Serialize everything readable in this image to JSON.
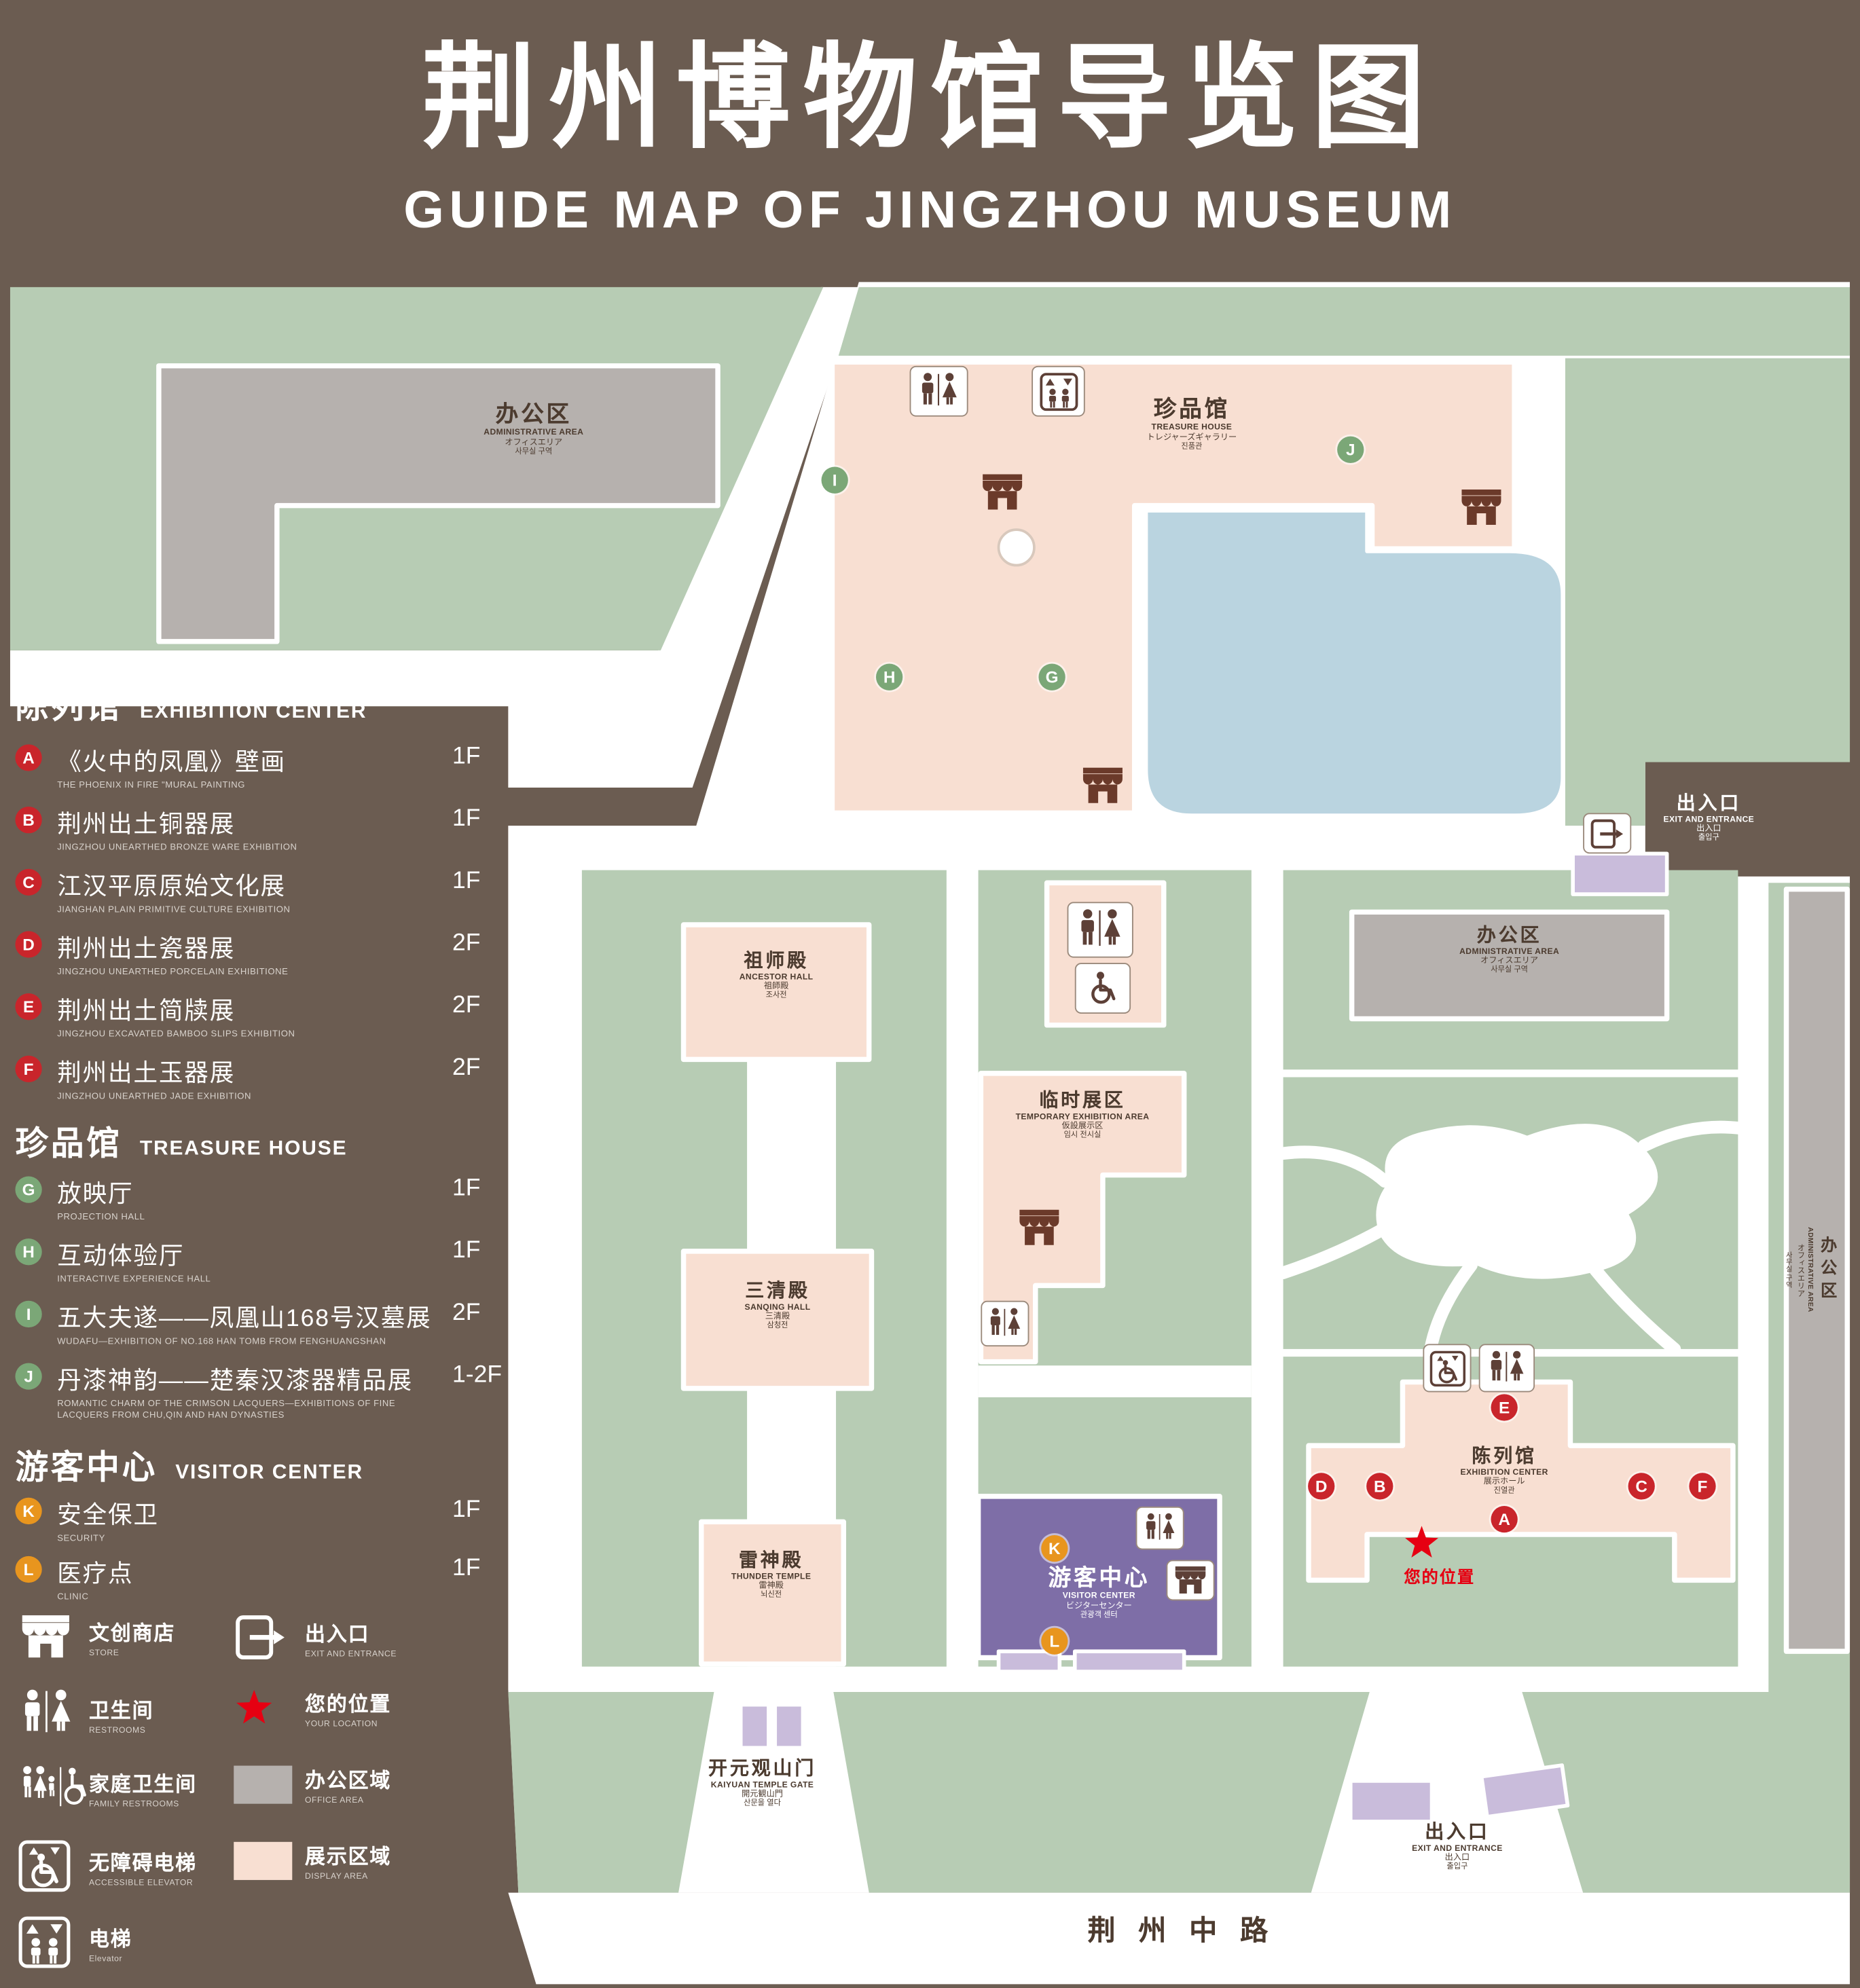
{
  "page": {
    "title": "荆州博物馆导览图",
    "subtitle": "GUIDE MAP OF JINGZHOU MUSEUM"
  },
  "colors": {
    "bg": "#6b5c51",
    "map_green": "#b7ccb4",
    "display_area": "#f8dfd2",
    "office_area": "#b6b1ae",
    "visitor_purple": "#7e6ea7",
    "entrance_light": "#c9bcdb",
    "pond_blue": "#bad4e0",
    "badge_red": "#c9252b",
    "badge_green": "#7ba777",
    "badge_orange": "#e8951e",
    "star_red": "#e60012",
    "icon_brown": "#5d4037",
    "text_dark": "#4c3b2f"
  },
  "legend": {
    "sections": [
      {
        "title_zh": "陈列馆",
        "title_en": "EXHIBITION CENTER",
        "items": [
          {
            "key": "A",
            "zh": "《火中的凤凰》壁画",
            "en": "THE PHOENIX IN FIRE \"MURAL PAINTING",
            "floor": "1F"
          },
          {
            "key": "B",
            "zh": "荆州出土铜器展",
            "en": "JINGZHOU UNEARTHED BRONZE WARE EXHIBITION",
            "floor": "1F"
          },
          {
            "key": "C",
            "zh": "江汉平原原始文化展",
            "en": "JIANGHAN PLAIN PRIMITIVE CULTURE EXHIBITION",
            "floor": "1F"
          },
          {
            "key": "D",
            "zh": "荆州出土瓷器展",
            "en": "JINGZHOU UNEARTHED PORCELAIN EXHIBITIONE",
            "floor": "2F"
          },
          {
            "key": "E",
            "zh": "荆州出土简牍展",
            "en": "JINGZHOU EXCAVATED BAMBOO SLIPS EXHIBITION",
            "floor": "2F"
          },
          {
            "key": "F",
            "zh": "荆州出土玉器展",
            "en": "JINGZHOU UNEARTHED JADE EXHIBITION",
            "floor": "2F"
          }
        ]
      },
      {
        "title_zh": "珍品馆",
        "title_en": "TREASURE HOUSE",
        "items": [
          {
            "key": "G",
            "zh": "放映厅",
            "en": "PROJECTION HALL",
            "floor": "1F"
          },
          {
            "key": "H",
            "zh": "互动体验厅",
            "en": "INTERACTIVE EXPERIENCE HALL",
            "floor": "1F"
          },
          {
            "key": "I",
            "zh": "五大夫遂——凤凰山168号汉墓展",
            "en": "WUDAFU—EXHIBITION OF NO.168 HAN TOMB FROM FENGHUANGSHAN",
            "floor": "2F"
          },
          {
            "key": "J",
            "zh": "丹漆神韵——楚秦汉漆器精品展",
            "en": "ROMANTIC CHARM OF THE CRIMSON LACQUERS—EXHIBITIONS OF FINE LACQUERS FROM CHU,QIN AND HAN DYNASTIES",
            "floor": "1-2F"
          }
        ]
      },
      {
        "title_zh": "游客中心",
        "title_en": "VISITOR CENTER",
        "items": [
          {
            "key": "K",
            "zh": "安全保卫",
            "en": "SECURITY",
            "floor": "1F"
          },
          {
            "key": "L",
            "zh": "医疗点",
            "en": "CLINIC",
            "floor": "1F"
          }
        ]
      }
    ],
    "symbols": [
      {
        "zh": "文创商店",
        "en": "STORE"
      },
      {
        "zh": "出入口",
        "en": "EXIT AND ENTRANCE"
      },
      {
        "zh": "卫生间",
        "en": "RESTROOMS"
      },
      {
        "zh": "您的位置",
        "en": "YOUR LOCATION"
      },
      {
        "zh": "家庭卫生间",
        "en": "FAMILY RESTROOMS"
      },
      {
        "zh": "办公区域",
        "en": "OFFICE AREA"
      },
      {
        "zh": "无障碍电梯",
        "en": "ACCESSIBLE ELEVATOR"
      },
      {
        "zh": "展示区域",
        "en": "DISPLAY AREA"
      },
      {
        "zh": "电梯",
        "en": "Elevator"
      }
    ]
  },
  "map": {
    "labels": {
      "admin_top": {
        "zh": "办公区",
        "en": "ADMINISTRATIVE AREA",
        "ja": "オフィスエリア",
        "ko": "사무실 구역"
      },
      "treasure_house": {
        "zh": "珍品馆",
        "en": "TREASURE HOUSE",
        "ja": "トレジャーズギャラリー",
        "ko": "진품관"
      },
      "exit_right": {
        "zh": "出入口",
        "en": "EXIT AND ENTRANCE",
        "ja": "出入口",
        "ko": "출입구"
      },
      "ancestor_hall": {
        "zh": "祖师殿",
        "en": "ANCESTOR HALL",
        "ja": "祖師殿",
        "ko": "조사전"
      },
      "admin_mid": {
        "zh": "办公区",
        "en": "ADMINISTRATIVE AREA",
        "ja": "オフィスエリア",
        "ko": "사무실 구역"
      },
      "temporary_area": {
        "zh": "临时展区",
        "en": "TEMPORARY EXHIBITION AREA",
        "ja": "仮設展示区",
        "ko": "임시 전시실"
      },
      "sanqing_hall": {
        "zh": "三清殿",
        "en": "SANQING HALL",
        "ja": "三清殿",
        "ko": "삼청전"
      },
      "exhibition_center": {
        "zh": "陈列馆",
        "en": "EXHIBITION CENTER",
        "ja": "展示ホール",
        "ko": "진열관"
      },
      "your_location": {
        "zh": "您的位置"
      },
      "thunder_temple": {
        "zh": "雷神殿",
        "en": "THUNDER TEMPLE",
        "ja": "雷神殿",
        "ko": "뇌신전"
      },
      "visitor_center": {
        "zh": "游客中心",
        "en": "VISITOR CENTER",
        "ja": "ビジターセンター",
        "ko": "관광객 센터"
      },
      "kaiyuan_gate": {
        "zh": "开元观山门",
        "en": "KAIYUAN TEMPLE GATE",
        "ja": "開元観山門",
        "ko": "산문을 열다"
      },
      "exit_bottom": {
        "zh": "出入口",
        "en": "EXIT AND ENTRANCE",
        "ja": "出入口",
        "ko": "출입구"
      },
      "admin_right": {
        "zh": "办公区",
        "en": "ADMINISTRATIVE AREA",
        "ja": "オフィスエリア",
        "ko": "사무실 구역"
      },
      "road": {
        "zh": "荆州中路"
      }
    },
    "marker_letters": {
      "A": "A",
      "B": "B",
      "C": "C",
      "D": "D",
      "E": "E",
      "F": "F",
      "G": "G",
      "H": "H",
      "I": "I",
      "J": "J",
      "K": "K",
      "L": "L"
    }
  }
}
